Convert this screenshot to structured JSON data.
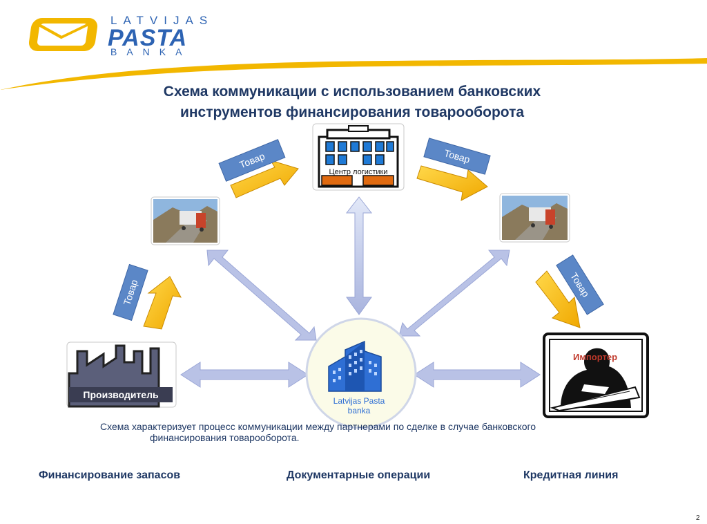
{
  "logo": {
    "line1": "LATVIJAS",
    "line2": "PASTA",
    "line3": "BANKA"
  },
  "title": {
    "line1": "Схема коммуникации с использованием банковских",
    "line2": "инструментов финансирования товарооборота"
  },
  "nodes": {
    "logistics": "Центр логистики",
    "producer": "Производитель",
    "importer": "Импортер",
    "bank_line1": "Latvijas Pasta",
    "bank_line2": "banka"
  },
  "goods_label": "Товар",
  "description": {
    "line1": "Схема характеризует процесс коммуникации между партнерами по сделке в случае  банковского",
    "line2": "финансирования товарооборота."
  },
  "footer": {
    "item1": "Финансирование запасов",
    "item2": "Документарные операции",
    "item3": "Кредитная линия"
  },
  "page_number": "2",
  "colors": {
    "accent_yellow": "#f2b700",
    "brand_blue": "#2d63b3",
    "arrow_lavender": "#b9c2e6",
    "label_blue": "#5b87c7"
  }
}
